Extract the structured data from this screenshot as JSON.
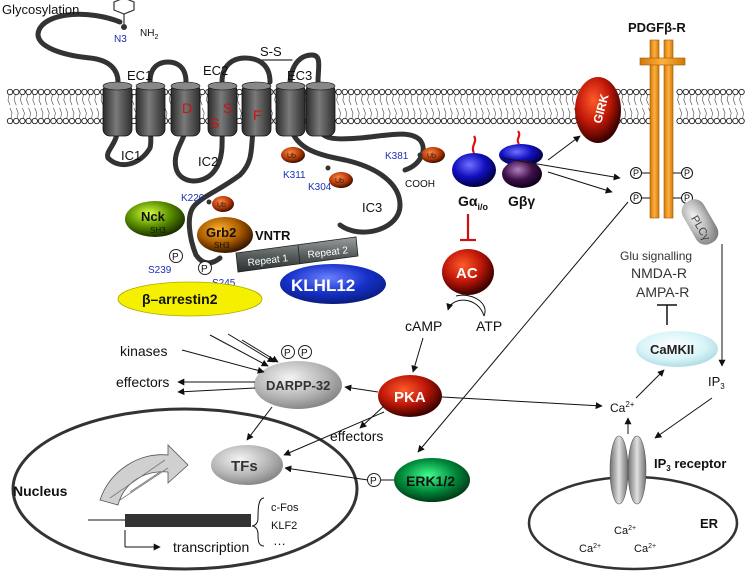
{
  "labels": {
    "glycosylation": "Glycosylation",
    "n3": "N3",
    "nh2": "NH",
    "nh2_sub": "2",
    "ec1": "EC1",
    "ec2": "EC2",
    "ec3": "EC3",
    "ss": "S-S",
    "ic1": "IC1",
    "ic2": "IC2",
    "ic3": "IC3",
    "res_d": "D",
    "res_s1": "S",
    "res_s2": "S",
    "res_f": "F",
    "k220": "K220",
    "k311": "K311",
    "k304": "K304",
    "k381": "K381",
    "cooh": "COOH",
    "ub": "Ub",
    "nck": "Nck",
    "sh3": "SH3",
    "grb2": "Grb2",
    "vntr": "VNTR",
    "repeat1": "Repeat 1",
    "repeat2": "Repeat 2",
    "s239": "S239",
    "s245": "S245",
    "p": "P",
    "arrestin": "β–arrestin2",
    "klhl12": "KLHL12",
    "girk": "GIRK",
    "pdgf": "PDGFβ-R",
    "galpha": "Gα",
    "galpha_sub": "i/o",
    "gbg": "Gβγ",
    "plcg": "PLCγ",
    "ac": "AC",
    "camp": "cAMP",
    "atp": "ATP",
    "glu": "Glu signalling",
    "nmda": "NMDA-R",
    "ampa": "AMPA-R",
    "camkii": "CaMKII",
    "ip3": "IP",
    "ip3_sub": "3",
    "kinases": "kinases",
    "effectors1": "effectors",
    "darpp": "DARPP-32",
    "pka": "PKA",
    "effectors2": "effectors",
    "ca": "Ca",
    "ca_sup": "2+",
    "tfs": "TFs",
    "nucleus": "Nucleus",
    "erk": "ERK1/2",
    "ip3r_a": "IP",
    "ip3r_sub": "3",
    "ip3r_b": " receptor",
    "er": "ER",
    "cfos": "c-Fos",
    "klf2": "KLF2",
    "dots": "…",
    "transcription": "transcription"
  },
  "colors": {
    "membrane": "#555555",
    "helix": "#5a5a5a",
    "blue_text": "#1a2fb4",
    "red_res": "#d01010",
    "pdgf_orange": "#f2a020",
    "arrestin_yellow": "#f5f000",
    "klhl_blue": "#1030c0",
    "inhibit_red": "#d01010"
  }
}
